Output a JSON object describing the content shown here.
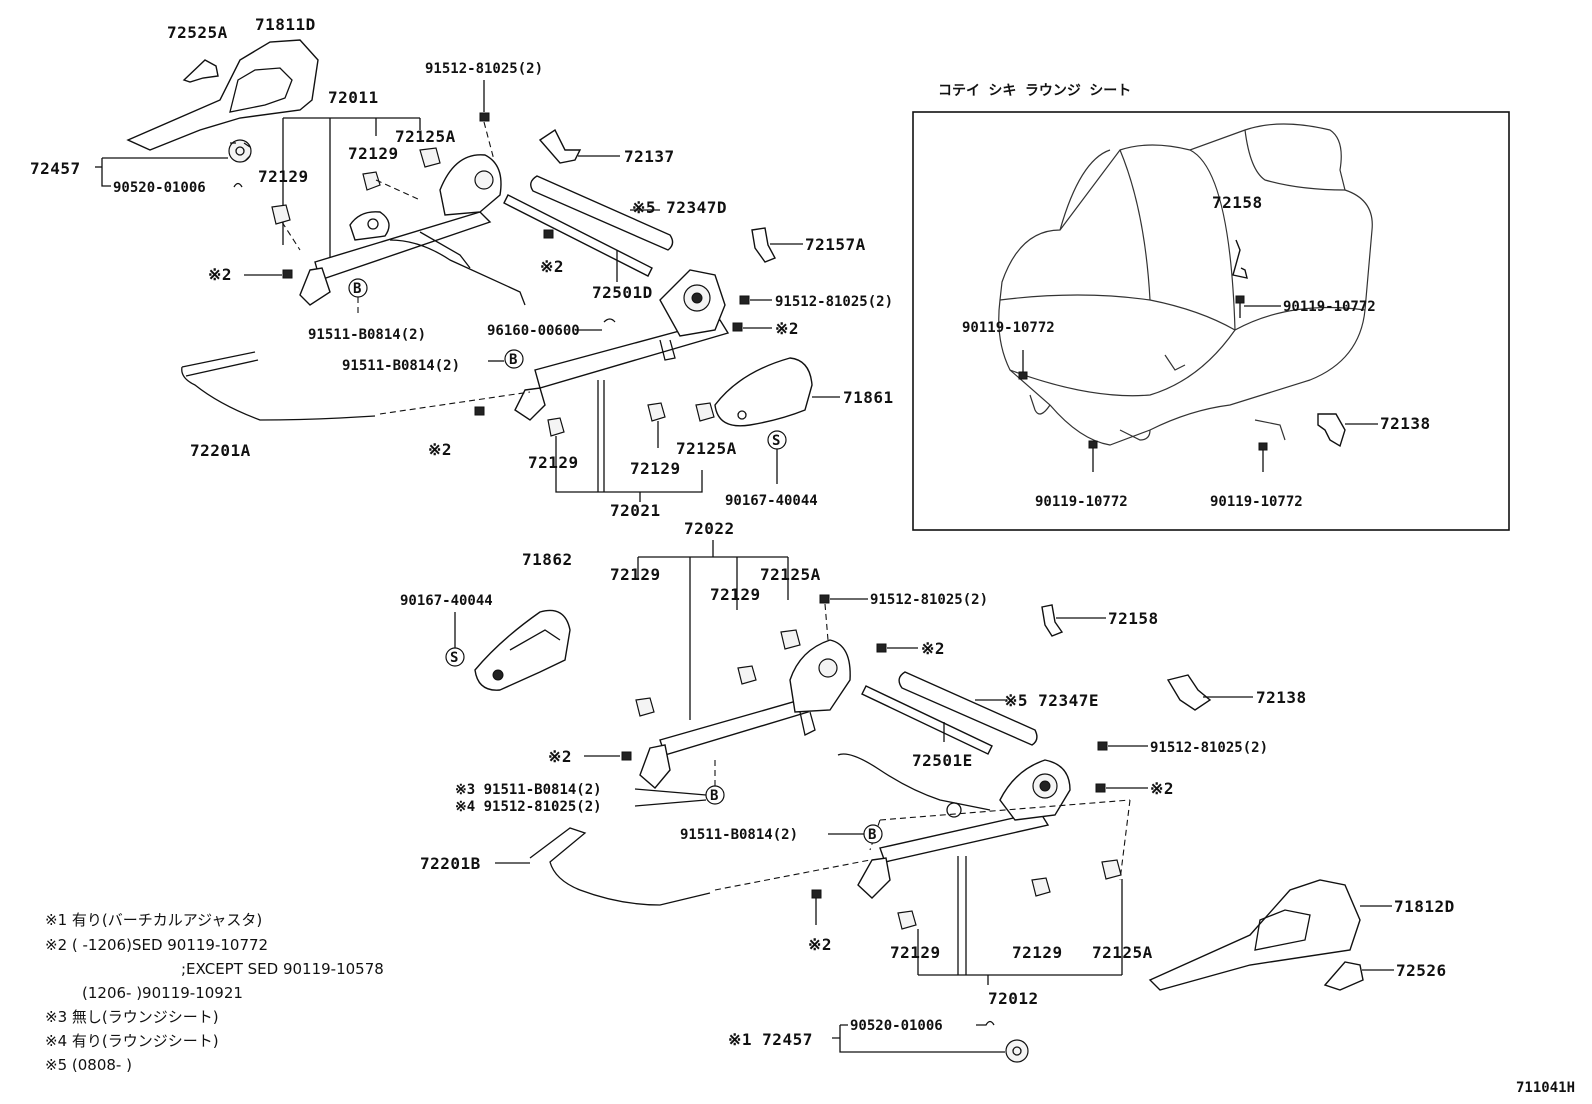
{
  "drawing_id": "711041H",
  "inset": {
    "title": "コテイ シキ ラウンジ シート",
    "labels": {
      "part_72158": "72158",
      "bolt_right": "90119-10772",
      "bolt_left": "90119-10772",
      "bolt_bottom_left": "90119-10772",
      "bolt_bottom_right": "90119-10772",
      "part_72138": "72138"
    }
  },
  "labels": {
    "p72525A": "72525A",
    "p71811D": "71811D",
    "p72011": "72011",
    "p91512_top": "91512-81025(2)",
    "p72125A_top": "72125A",
    "p72129_top_a": "72129",
    "p72129_top_b": "72129",
    "p72457_top": "72457",
    "p90520_top": "90520-01006",
    "p72137": "72137",
    "p72347D": "※5 72347D",
    "p72157A": "72157A",
    "star2_a": "※2",
    "star2_b": "※2",
    "p72501D": "72501D",
    "p91512_mid": "91512-81025(2)",
    "p91511_a": "91511-B0814(2)",
    "p96160": "96160-00600",
    "star2_c": "※2",
    "p91511_b": "91511-B0814(2)",
    "p71861": "71861",
    "p72201A": "72201A",
    "star2_d": "※2",
    "p72129_mid_a": "72129",
    "p72129_mid_b": "72129",
    "p72125A_mid": "72125A",
    "p90167_a": "90167-40044",
    "p72021": "72021",
    "p72022": "72022",
    "p71862": "71862",
    "p72129_low_a": "72129",
    "p72129_low_b": "72129",
    "p72125A_low": "72125A",
    "p90167_b": "90167-40044",
    "p91512_low_a": "91512-81025(2)",
    "p72158": "72158",
    "star2_e": "※2",
    "p72347E": "※5 72347E",
    "p72138": "72138",
    "p72501E": "72501E",
    "p91512_low_b": "91512-81025(2)",
    "star2_f": "※2",
    "star2_g": "※2",
    "p91511_star3": "※3 91511-B0814(2)",
    "p91512_star4": "※4 91512-81025(2)",
    "p91511_c": "91511-B0814(2)",
    "p72201B": "72201B",
    "p71812D": "71812D",
    "p72526": "72526",
    "star2_h": "※2",
    "p72129_bot_a": "72129",
    "p72129_bot_b": "72129",
    "p72125A_bot": "72125A",
    "p72012": "72012",
    "p90520_bot": "90520-01006",
    "p72457_bot": "※1 72457",
    "circle_B": "B",
    "circle_S": "S"
  },
  "notes": [
    "※1 有り(バーチカルアジャスタ)",
    "※2 (      -1206)SED  90119-10772",
    ";EXCEPT SED  90119-10578",
    "(1206-      )90119-10921",
    "※3 無し(ラウンジシート)",
    "※4 有り(ラウンジシート)",
    "※5 (0808-      )"
  ]
}
